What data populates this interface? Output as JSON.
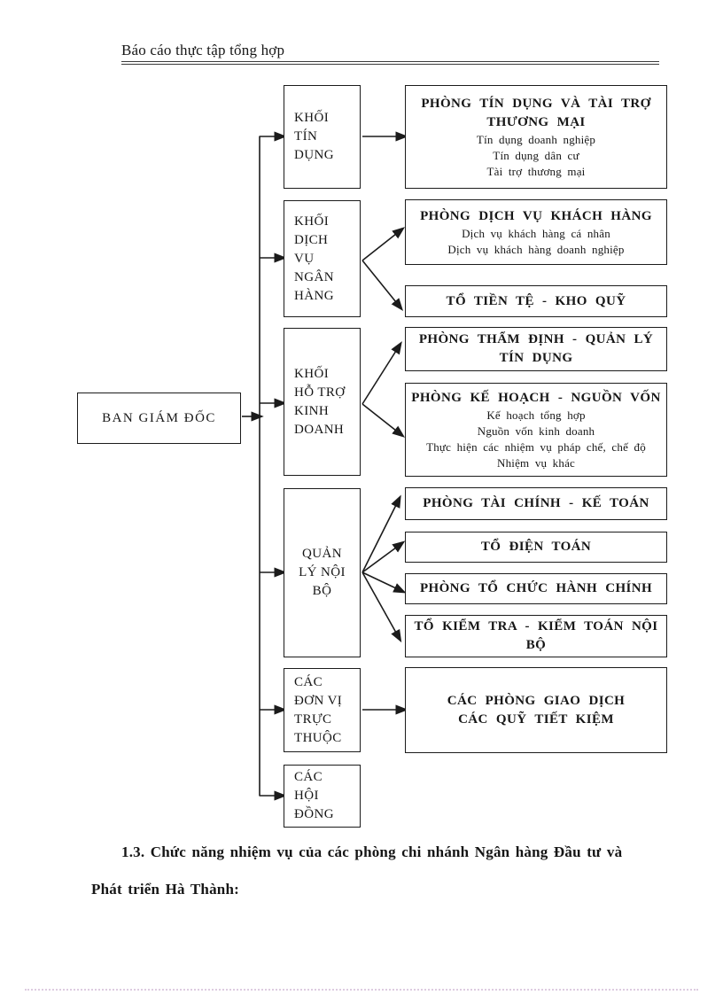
{
  "header": {
    "title": "Báo cáo thực tập tổng hợp"
  },
  "org_chart": {
    "root_label": "BAN GIÁM ĐỐC",
    "blocks": [
      {
        "label": "KHỐI\nTÍN\nDỤNG"
      },
      {
        "label": "KHỐI\nDỊCH\nVỤ\nNGÂN\nHÀNG"
      },
      {
        "label": "KHỐI\nHỖ TRỢ\nKINH\nDOANH"
      },
      {
        "label": "QUẢN\nLÝ NỘI\nBỘ"
      },
      {
        "label": "CÁC\nĐƠN VỊ\nTRỰC\nTHUỘC"
      },
      {
        "label": "CÁC\nHỘI\nĐỒNG"
      }
    ],
    "departments": [
      {
        "title": "PHÒNG TÍN DỤNG VÀ TÀI TRỢ THƯƠNG MẠI",
        "items": [
          "Tín dụng doanh nghiệp",
          "Tín dụng dân cư",
          "Tài trợ thương mại"
        ]
      },
      {
        "title": "PHÒNG DỊCH VỤ KHÁCH HÀNG",
        "items": [
          "Dịch vụ khách hàng cá nhân",
          "Dịch vụ khách hàng doanh nghiệp"
        ]
      },
      {
        "title": "TỔ TIỀN TỆ - KHO QUỸ",
        "items": []
      },
      {
        "title": "PHÒNG THẨM ĐỊNH - QUẢN LÝ TÍN DỤNG",
        "items": []
      },
      {
        "title": "PHÒNG KẾ HOẠCH - NGUỒN VỐN",
        "items": [
          "Kế hoạch tổng hợp",
          "Nguồn vốn kinh doanh",
          "Thực hiện các nhiệm vụ pháp chế, chế độ",
          "Nhiệm vụ khác"
        ]
      },
      {
        "title": "PHÒNG TÀI CHÍNH - KẾ TOÁN",
        "items": []
      },
      {
        "title": "TỔ ĐIỆN TOÁN",
        "items": []
      },
      {
        "title": "PHÒNG TỔ CHỨC HÀNH CHÍNH",
        "items": []
      },
      {
        "title": "TỔ KIỂM TRA - KIỂM TOÁN NỘI BỘ",
        "items": []
      },
      {
        "title": "CÁC PHÒNG GIAO DỊCH\nCÁC QUỸ TIẾT KIỆM",
        "items": []
      }
    ]
  },
  "caption": {
    "text": "1.3. Chức năng nhiệm vụ của các phòng chi nhánh Ngân hàng Đầu tư và Phát triển Hà Thành:"
  }
}
